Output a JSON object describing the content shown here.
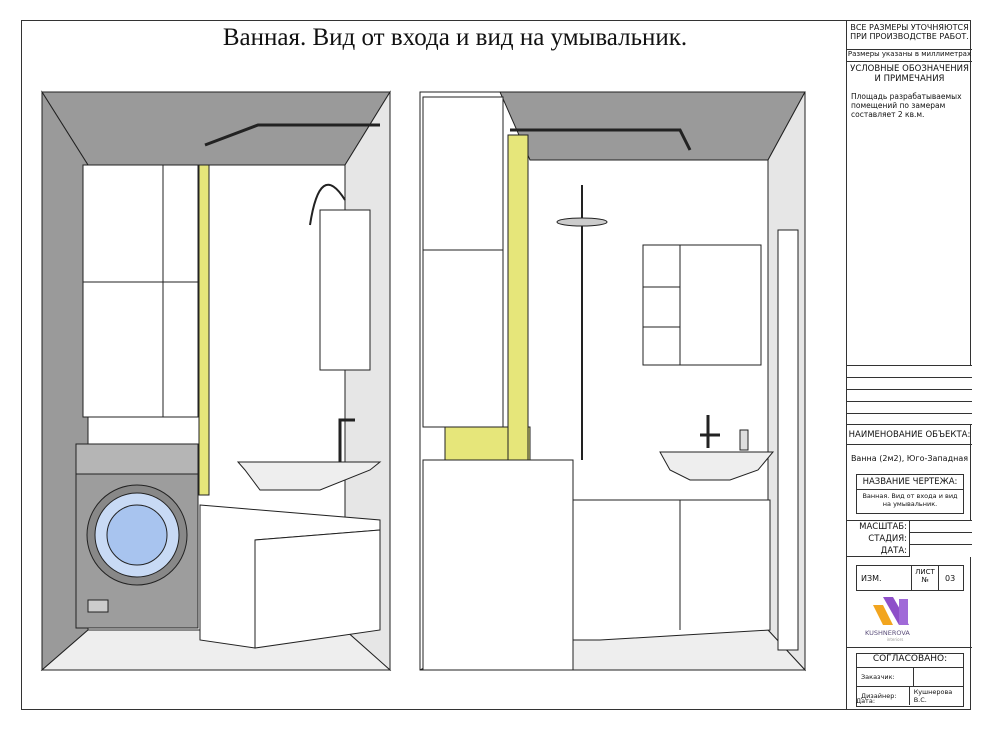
{
  "title": "Ванная. Вид от входа и вид на умывальник.",
  "title_block": {
    "dimensions_note": "ВСЕ РАЗМЕРЫ УТОЧНЯЮТСЯ ПРИ ПРОИЗВОДСТВЕ РАБОТ.",
    "units_note": "Размеры указаны в миллиметрах",
    "legend_heading": "УСЛОВНЫЕ ОБОЗНАЧЕНИЯ И ПРИМЕЧАНИЯ",
    "area_note": "Площадь разрабатываемых помещений по замерам составляет 2 кв.м.",
    "object_label": "НАИМЕНОВАНИЕ ОБЪЕКТА:",
    "object_value": "Ванна (2м2), Юго-Западная",
    "drawing_label": "НАЗВАНИЕ ЧЕРТЕЖА:",
    "drawing_value": "Ванная. Вид от входа и вид на умывальник.",
    "scale_label": "МАСШТАБ:",
    "stage_label": "СТАДИЯ:",
    "date_label": "ДАТА:",
    "rev_label": "ИЗМ.",
    "sheet_label": "ЛИСТ №",
    "sheet_value": "03",
    "logo_text": "KUSHNEROVA",
    "logo_sub": "interiors",
    "approved_label": "СОГЛАСОВАНО:",
    "client_label": "Заказчик:",
    "designer_label": "Дизайнер:",
    "designer_value": "Кушнерова В.С.",
    "date2_label": "Дата:"
  },
  "colors": {
    "wall": "#9a9a9a",
    "curtain": "#e6e67a",
    "logo_orange": "#f2a51f",
    "logo_purple": "#8e4fc9"
  }
}
